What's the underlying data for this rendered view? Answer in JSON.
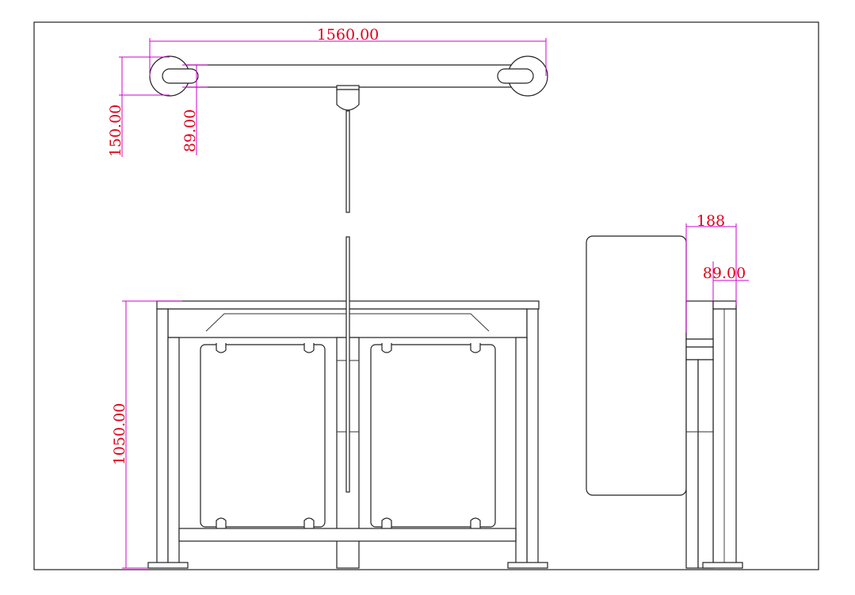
{
  "dimensions": {
    "top_width": "1560.00",
    "top_depth": "150.00",
    "top_arm": "89.00",
    "front_height": "1050.00",
    "side_width": "188",
    "side_arm": "89.00"
  },
  "colors": {
    "line": "#222222",
    "dimension_line": "#d000d0",
    "dimension_text": "#e0001a",
    "background": "#ffffff"
  }
}
